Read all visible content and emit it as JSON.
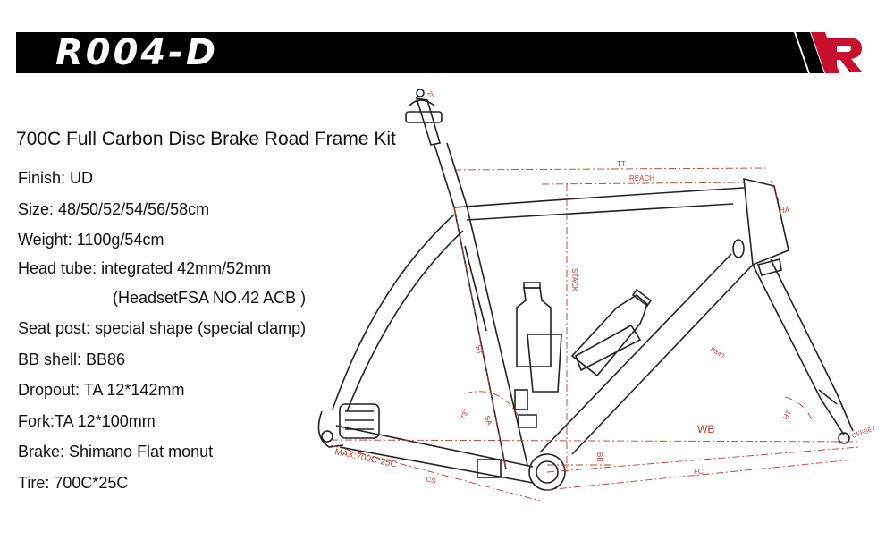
{
  "header": {
    "model": "R004-D",
    "logo_letter": "R",
    "banner_color": "#000000",
    "accent_color": "#c8102e"
  },
  "headline": "700C Full Carbon Disc Brake Road Frame Kit",
  "specs": [
    "Finish: UD",
    "Size: 48/50/52/54/56/58cm",
    "Weight: 1100g/54cm",
    "Head tube: integrated 42mm/52mm",
    "(HeadsetFSA NO.42 ACB )",
    "Seat post: special shape (special clamp)",
    "BB shell: BB86",
    "Dropout: TA 12*142mm",
    "Fork:TA 12*100mm",
    "Brake: Shimano Flat monut",
    "Tire: 700C*25C"
  ],
  "dimensions": {
    "tt": "TT",
    "reach": "REACH",
    "stack": "STACK",
    "ha": "HA",
    "st": "ST",
    "sa": "SA",
    "sa_angle": "73°",
    "ht": "HT",
    "r_label": "R340",
    "wb": "WB",
    "bb": "BB",
    "fc": "FC",
    "cs": "CS",
    "offset": "OFFSET",
    "tire_max": "MAX:700C*25C",
    "seat_clamp_angle": "25"
  },
  "colors": {
    "frame_line": "#222222",
    "dimension_line": "#c0392b"
  }
}
